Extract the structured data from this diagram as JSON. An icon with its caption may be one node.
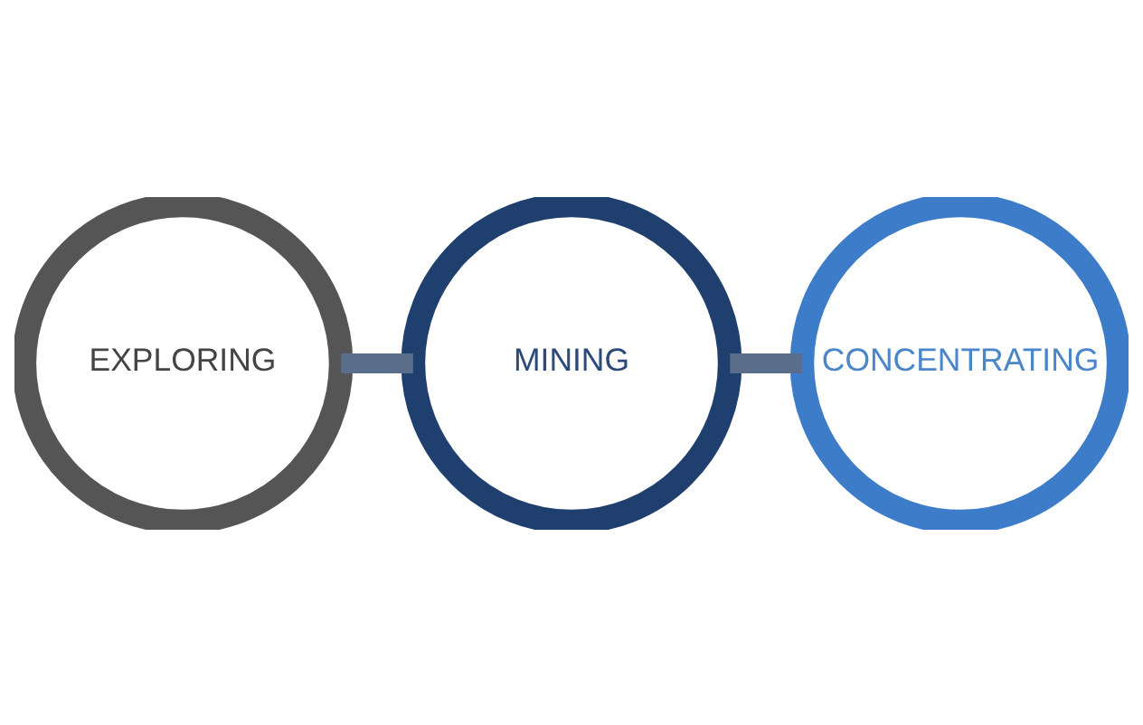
{
  "diagram": {
    "nodes": [
      {
        "text": [
          "EXPLORING"
        ]
      },
      {
        "text": [
          "MINING"
        ]
      },
      {
        "text": [
          "CONCENTRATING"
        ]
      }
    ],
    "edges": [
      {
        "from": 0,
        "to": 1,
        "arrow": "none"
      },
      {
        "from": 1,
        "to": 2,
        "arrow": "none"
      }
    ]
  }
}
